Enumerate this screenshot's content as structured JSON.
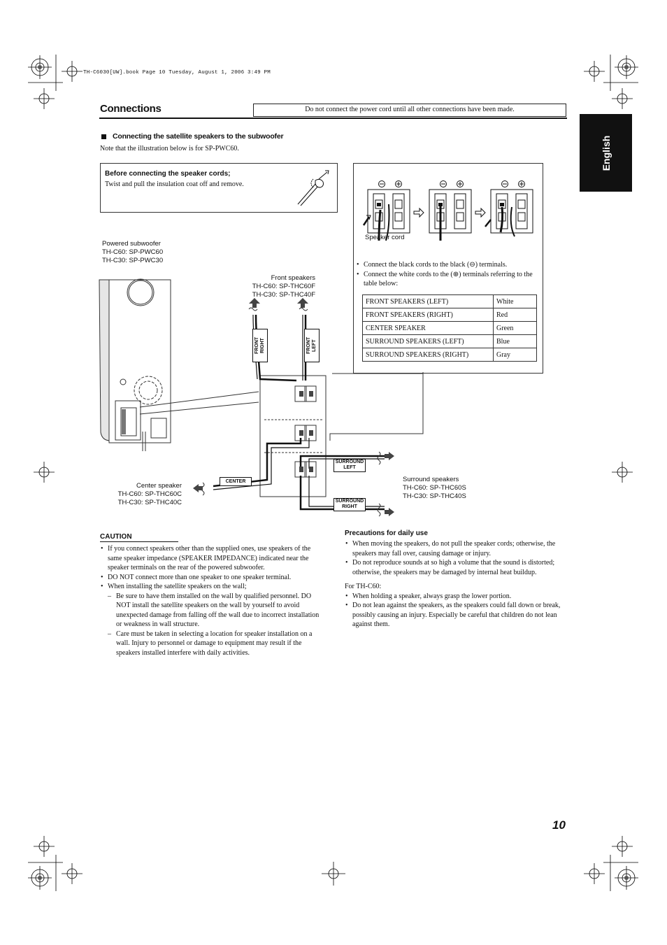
{
  "header": {
    "file_line": "TH-C6030[UW].book  Page 10  Tuesday, August 1, 2006  3:49 PM"
  },
  "section": {
    "title": "Connections",
    "notice": "Do not connect the power cord until all other connections have been made."
  },
  "language_tab": "English",
  "subsection": {
    "title": "Connecting the satellite speakers to the subwoofer",
    "note": "Note that the illustration below is for SP-PWC60."
  },
  "before_box": {
    "title": "Before connecting the speaker cords;",
    "text": "Twist and pull the insulation coat off and remove."
  },
  "terminal_box": {
    "cord_label": "Speaker cord",
    "bullets": [
      "Connect the black cords to the black (⊖) terminals.",
      "Connect the white cords to the (⊕) terminals referring to the table below:"
    ],
    "table": [
      [
        "FRONT SPEAKERS (LEFT)",
        "White"
      ],
      [
        "FRONT SPEAKERS (RIGHT)",
        "Red"
      ],
      [
        "CENTER SPEAKER",
        "Green"
      ],
      [
        "SURROUND SPEAKERS (LEFT)",
        "Blue"
      ],
      [
        "SURROUND SPEAKERS (RIGHT)",
        "Gray"
      ]
    ]
  },
  "diagram": {
    "subwoofer": [
      "Powered subwoofer",
      "TH-C60: SP-PWC60",
      "TH-C30: SP-PWC30"
    ],
    "front": [
      "Front speakers",
      "TH-C60: SP-THC60F",
      "TH-C30: SP-THC40F"
    ],
    "center": [
      "Center speaker",
      "TH-C60: SP-THC60C",
      "TH-C30: SP-THC40C"
    ],
    "surround": [
      "Surround speakers",
      "TH-C60: SP-THC60S",
      "TH-C30: SP-THC40S"
    ],
    "tags": {
      "front_right": "FRONT RIGHT",
      "front_left": "FRONT LEFT",
      "center": "CENTER",
      "surround_left": "SURROUND LEFT",
      "surround_right": "SURROUND RIGHT"
    }
  },
  "caution": {
    "title": "CAUTION",
    "items": [
      "If you connect speakers other than the supplied ones, use speakers of the same speaker impedance (SPEAKER IMPEDANCE) indicated near the speaker terminals on the rear of the powered subwoofer.",
      "DO NOT connect more than one speaker to one speaker terminal.",
      "When installing the satellite speakers on the wall;"
    ],
    "sub_items": [
      "Be sure to have them installed on the wall by qualified personnel. DO NOT install the satellite speakers on the wall by yourself to avoid unexpected damage from falling off the wall due to incorrect installation or weakness in wall structure.",
      "Care must be taken in selecting a location for speaker installation on a wall. Injury to personnel or damage to equipment may result if the speakers installed interfere with daily activities."
    ]
  },
  "precautions": {
    "title": "Precautions for daily use",
    "items": [
      "When moving the speakers, do not pull the speaker cords; otherwise, the speakers may fall over, causing damage or injury.",
      "Do not reproduce sounds at so high a volume that the sound is distorted; otherwise, the speakers may be damaged by internal heat buildup."
    ],
    "for_label": "For TH-C60:",
    "items2": [
      "When holding a speaker, always grasp the lower portion.",
      "Do not lean against the speakers, as the speakers could fall down or break, possibly causing an injury. Especially be careful that children do not lean against them."
    ]
  },
  "page_number": "10"
}
